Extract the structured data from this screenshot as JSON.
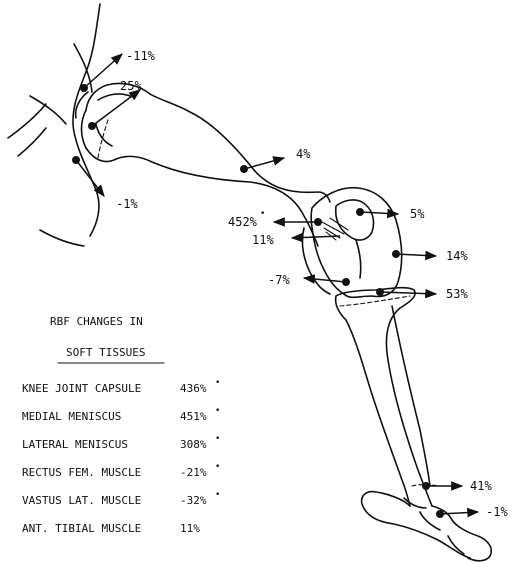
{
  "diagram": {
    "arrow_labels": {
      "hip_upper": "-11%",
      "hip_head": "25%",
      "hip_lower": "-1%",
      "femur_shaft": "4%",
      "patella_right": "5%",
      "knee_capsule_value": "452%",
      "knee_capsule_asterisk": "•",
      "knee_fat_pad": "11%",
      "knee_right": "14%",
      "knee_left": "-7%",
      "tibia_growth": "53%",
      "ankle_upper": "41%",
      "ankle_lower": "-1%"
    },
    "panel": {
      "title_line1": "RBF CHANGES IN",
      "title_line2": "SOFT TISSUES",
      "rows": [
        {
          "tissue": "KNEE JOINT CAPSULE",
          "value": "436%",
          "mark": "•"
        },
        {
          "tissue": "MEDIAL MENISCUS",
          "value": "451%",
          "mark": "•"
        },
        {
          "tissue": "LATERAL MENISCUS",
          "value": "308%",
          "mark": "•"
        },
        {
          "tissue": "RECTUS FEM. MUSCLE",
          "value": "-21%",
          "mark": "•"
        },
        {
          "tissue": "VASTUS LAT. MUSCLE",
          "value": "-32%",
          "mark": "•"
        },
        {
          "tissue": "ANT. TIBIAL MUSCLE",
          "value": "11%",
          "mark": ""
        }
      ]
    }
  }
}
